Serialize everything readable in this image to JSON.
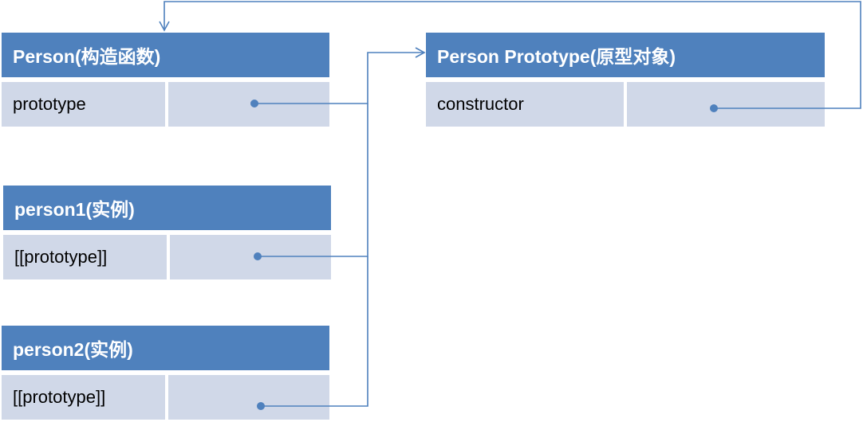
{
  "person_constructor": {
    "title": "Person(构造函数)",
    "field": "prototype"
  },
  "person_prototype": {
    "title": "Person Prototype(原型对象)",
    "field": "constructor"
  },
  "person1": {
    "title": "person1(实例)",
    "field": "[[prototype]]"
  },
  "person2": {
    "title": "person2(实例)",
    "field": "[[prototype]]"
  },
  "colors": {
    "header": "#4f81bd",
    "cell": "#d0d8e8",
    "connector": "#4f81bd",
    "header_text": "#ffffff"
  }
}
